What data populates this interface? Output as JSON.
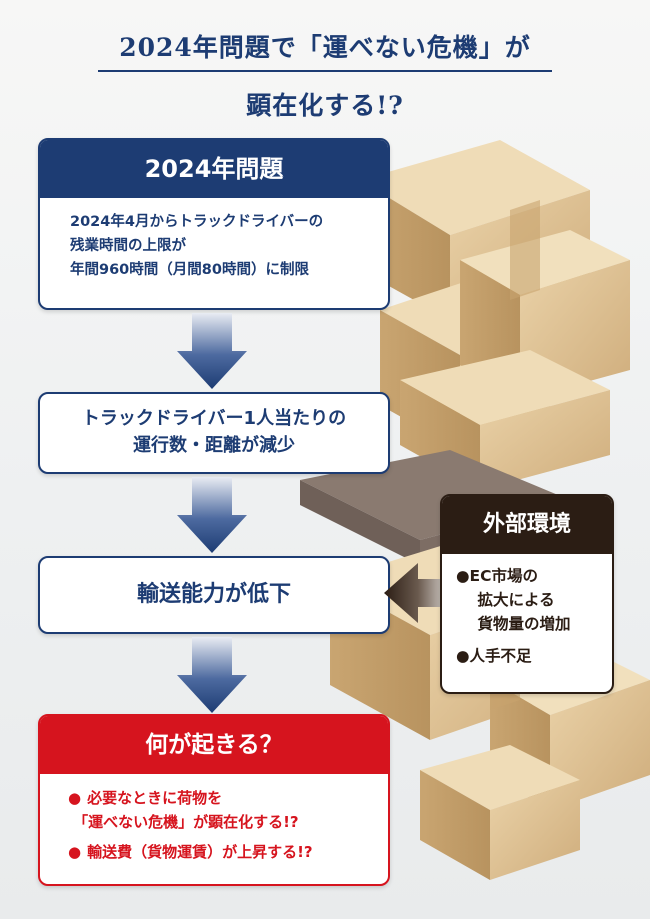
{
  "title": {
    "line1": "2024年問題で「運べない危機」が",
    "line2": "顕在化する!?"
  },
  "problem": {
    "heading": "2024年問題",
    "lines": [
      "2024年4月からトラックドライバーの",
      "残業時間の上限が",
      "年間960時間（月間80時間）に制限"
    ]
  },
  "step2": {
    "lines": [
      "トラックドライバー1人当たりの",
      "運行数・距離が減少"
    ]
  },
  "step3": {
    "text": "輸送能力が低下"
  },
  "external": {
    "heading": "外部環境",
    "items": [
      {
        "bullet": "●",
        "lines": [
          "EC市場の",
          "拡大による",
          "貨物量の増加"
        ]
      },
      {
        "bullet": "●",
        "lines": [
          "人手不足"
        ]
      }
    ]
  },
  "result": {
    "heading": "何が起きる？",
    "items": [
      {
        "bullet": "●",
        "lines": [
          "必要なときに荷物を",
          "「運べない危機」が顕在化する!?"
        ]
      },
      {
        "bullet": "●",
        "lines": [
          "輸送費（貨物運賃）が上昇する!?"
        ]
      }
    ]
  },
  "colors": {
    "navy": "#1d3c73",
    "red": "#d6141e",
    "dark_brown": "#2b1d14",
    "cardboard": "#d9b98a"
  }
}
